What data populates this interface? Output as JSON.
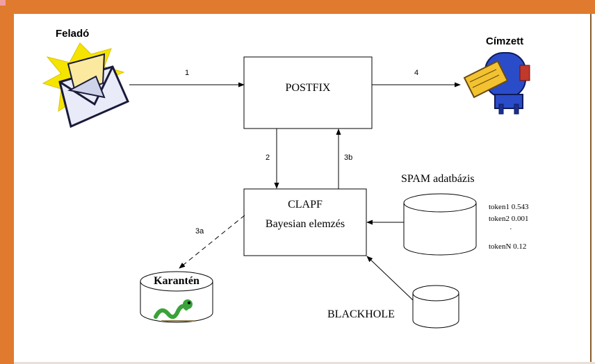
{
  "sender": {
    "label": "Feladó"
  },
  "recipient": {
    "label": "Címzett"
  },
  "postfix": {
    "label": "POSTFIX"
  },
  "clapf": {
    "label": "CLAPF",
    "sublabel": "Bayesian elemzés"
  },
  "spam_db": {
    "label": "SPAM adatbázis",
    "tokens": [
      "token1 0.543",
      "token2 0.001",
      "·",
      "tokenN 0.12"
    ]
  },
  "quarantine": {
    "label": "Karantén"
  },
  "blackhole": {
    "label": "BLACKHOLE"
  },
  "flows": {
    "step1": "1",
    "step2": "2",
    "step3a": "3a",
    "step3b": "3b",
    "step4": "4"
  },
  "colors": {
    "frame": "#e07a2e",
    "envelope_glow": "#f5e400",
    "mailbox": "#2b4cc8"
  }
}
